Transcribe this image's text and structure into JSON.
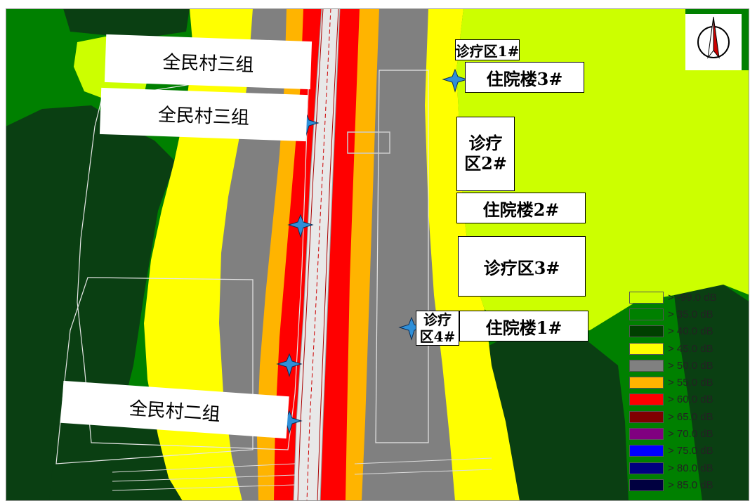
{
  "labels": {
    "village3_upper": "全民村三组",
    "village3_lower": "全民村三组",
    "village2": "全民村二组",
    "clinic1": "诊疗区1#",
    "inpatient3": "住院楼3#",
    "clinic2_line1": "诊疗",
    "clinic2_line2": "区2#",
    "inpatient2": "住院楼2#",
    "clinic3": "诊疗区3#",
    "clinic4_line1": "诊疗",
    "clinic4_line2": "区4#",
    "inpatient1": "住院楼1#"
  },
  "legend": [
    {
      "label": "> -99.0 dB",
      "color": "#CCFF00"
    },
    {
      "label": ">  35.0 dB",
      "color": "#008000"
    },
    {
      "label": ">  40.0 dB",
      "color": "#004000"
    },
    {
      "label": ">  45.0 dB",
      "color": "#FFFF00"
    },
    {
      "label": ">  50.0 dB",
      "color": "#808080"
    },
    {
      "label": ">  55.0 dB",
      "color": "#FFB400"
    },
    {
      "label": ">  60.0 dB",
      "color": "#FF0000"
    },
    {
      "label": ">  65.0 dB",
      "color": "#800000"
    },
    {
      "label": ">  70.0 dB",
      "color": "#800080"
    },
    {
      "label": ">  75.0 dB",
      "color": "#0000FF"
    },
    {
      "label": ">  80.0 dB",
      "color": "#000080"
    },
    {
      "label": ">  85.0 dB",
      "color": "#000040"
    }
  ],
  "colors": {
    "lime": "#CCFF00",
    "green": "#008000",
    "dark_green": "#0A3F12",
    "yellow": "#FFFF00",
    "gray": "#808080",
    "orange": "#FFB400",
    "red": "#FF0000",
    "marker": "#2E8FD8"
  },
  "icons": {
    "compass": "north-arrow-icon",
    "receptor": "star-marker-icon"
  }
}
